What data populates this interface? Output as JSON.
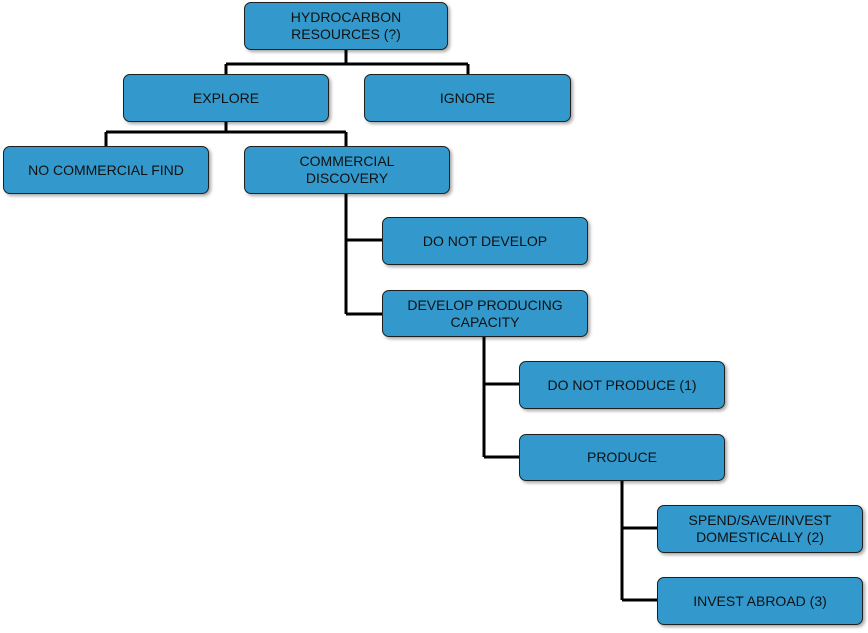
{
  "diagram": {
    "nodes": {
      "hydrocarbon_resources": "HYDROCARBON\nRESOURCES (?)",
      "explore": "EXPLORE",
      "ignore": "IGNORE",
      "no_commercial_find": "NO COMMERCIAL  FIND",
      "commercial_discovery": "COMMERCIAL\nDISCOVERY",
      "do_not_develop": "DO NOT  DEVELOP",
      "develop_producing_capacity": "DEVELOP PRODUCING\nCAPACITY",
      "do_not_produce": "DO NOT  PRODUCE (1)",
      "produce": "PRODUCE",
      "spend_save_invest": "SPEND/SAVE/INVEST\nDOMESTICALLY  (2)",
      "invest_abroad": "INVEST ABROAD (3)"
    },
    "colors": {
      "node_fill": "#3399cc",
      "node_border": "#1f1f1f",
      "connector": "#000000"
    }
  }
}
